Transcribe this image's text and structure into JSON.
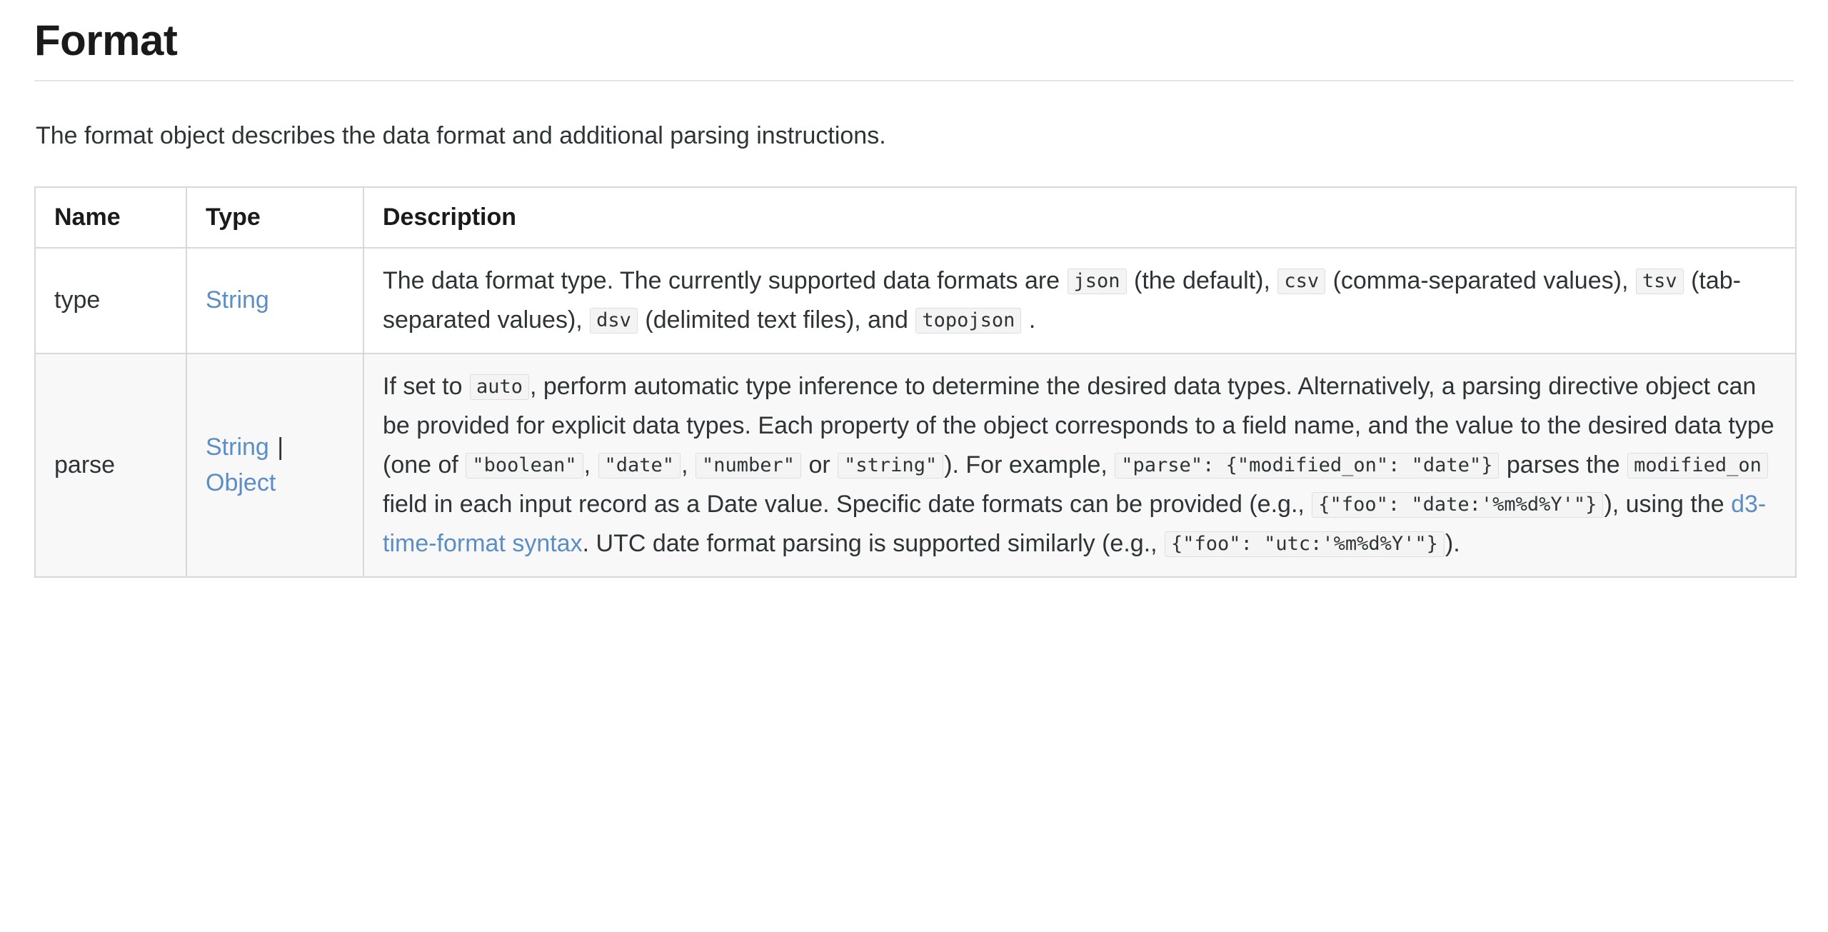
{
  "header": {
    "title": "Format"
  },
  "intro": {
    "text": "The format object describes the data format and additional parsing instructions."
  },
  "table": {
    "columns": [
      "Name",
      "Type",
      "Description"
    ],
    "rows": [
      {
        "name": "type",
        "types": [
          "String"
        ],
        "description_plain": "The data format type. The currently supported data formats are json (the default), csv (comma-separated values), tsv (tab-separated values), dsv (delimited text files), and topojson .",
        "segments": [
          {
            "kind": "text",
            "value": "The data format type. The currently supported data formats are "
          },
          {
            "kind": "code",
            "value": "json"
          },
          {
            "kind": "text",
            "value": " (the default), "
          },
          {
            "kind": "code",
            "value": "csv"
          },
          {
            "kind": "text",
            "value": " (comma-separated values), "
          },
          {
            "kind": "code",
            "value": "tsv"
          },
          {
            "kind": "text",
            "value": " (tab-separated values), "
          },
          {
            "kind": "code",
            "value": "dsv"
          },
          {
            "kind": "text",
            "value": " (delimited text files), and "
          },
          {
            "kind": "code",
            "value": "topojson"
          },
          {
            "kind": "text",
            "value": " ."
          }
        ]
      },
      {
        "name": "parse",
        "types": [
          "String",
          "Object"
        ],
        "description_plain": "If set to auto , perform automatic type inference to determine the desired data types. Alternatively, a parsing directive object can be provided for explicit data types. Each property of the object corresponds to a field name, and the value to the desired data type (one of \"boolean\" , \"date\" , \"number\" or \"string\" ). For example, \"parse\": {\"modified_on\": \"date\"} parses the modified_on field in each input record as a Date value. Specific date formats can be provided (e.g., {\"foo\": \"date:'%m%d%Y'\"} ), using the d3-time-format syntax. UTC date format parsing is supported similarly (e.g., {\"foo\": \"utc:'%m%d%Y'\"} ).",
        "segments": [
          {
            "kind": "text",
            "value": "If set to "
          },
          {
            "kind": "code",
            "value": "auto"
          },
          {
            "kind": "text",
            "value": ", perform automatic type inference to determine the desired data types. Alternatively, a parsing directive object can be provided for explicit data types. Each property of the object corresponds to a field name, and the value to the desired data type (one of "
          },
          {
            "kind": "code",
            "value": "\"boolean\""
          },
          {
            "kind": "text",
            "value": ", "
          },
          {
            "kind": "code",
            "value": "\"date\""
          },
          {
            "kind": "text",
            "value": ", "
          },
          {
            "kind": "code",
            "value": "\"number\""
          },
          {
            "kind": "text",
            "value": " or "
          },
          {
            "kind": "code",
            "value": "\"string\""
          },
          {
            "kind": "text",
            "value": "). For example, "
          },
          {
            "kind": "code",
            "value": "\"parse\": {\"modified_on\": \"date\"}"
          },
          {
            "kind": "text",
            "value": " parses the "
          },
          {
            "kind": "code",
            "value": "modified_on"
          },
          {
            "kind": "text",
            "value": " field in each input record as a Date value. Specific date formats can be provided (e.g., "
          },
          {
            "kind": "code",
            "value": "{\"foo\": \"date:'%m%d%Y'\"}"
          },
          {
            "kind": "text",
            "value": "), using the "
          },
          {
            "kind": "link",
            "value": "d3-time-format syntax"
          },
          {
            "kind": "text",
            "value": ". UTC date format parsing is supported similarly (e.g., "
          },
          {
            "kind": "code",
            "value": "{\"foo\": \"utc:'%m%d%Y'\"}"
          },
          {
            "kind": "text",
            "value": ")."
          }
        ]
      }
    ]
  },
  "colors": {
    "link": "#5b8ec4",
    "text": "#2e3436",
    "border": "#d6d8da",
    "code_background": "#f4f4f4",
    "row_alt_background": "#f8f8f8"
  }
}
